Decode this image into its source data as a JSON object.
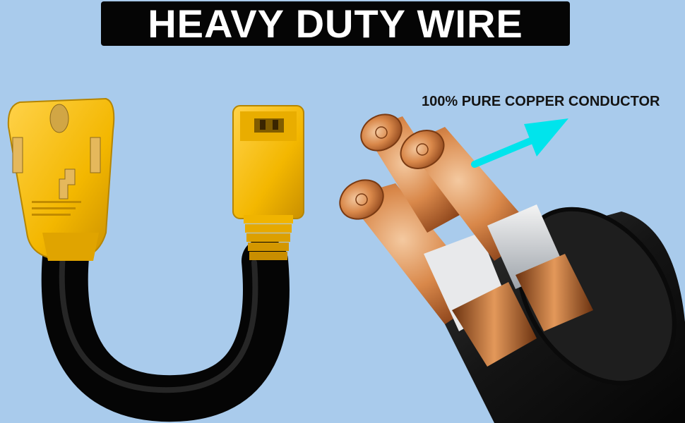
{
  "title": {
    "text": "HEAVY DUTY WIRE"
  },
  "callout": {
    "text": "100% PURE COPPER CONDUCTOR"
  },
  "colors": {
    "background": "#a9cbec",
    "banner": "#050505",
    "plug_yellow": "#f3b700",
    "cable_black": "#111111",
    "copper": "#c7702f",
    "arrow_cyan": "#00e4ec"
  },
  "icons": [
    "plug-50a-icon",
    "receptacle-30a-icon",
    "copper-cable-cross-section",
    "arrow-icon"
  ]
}
